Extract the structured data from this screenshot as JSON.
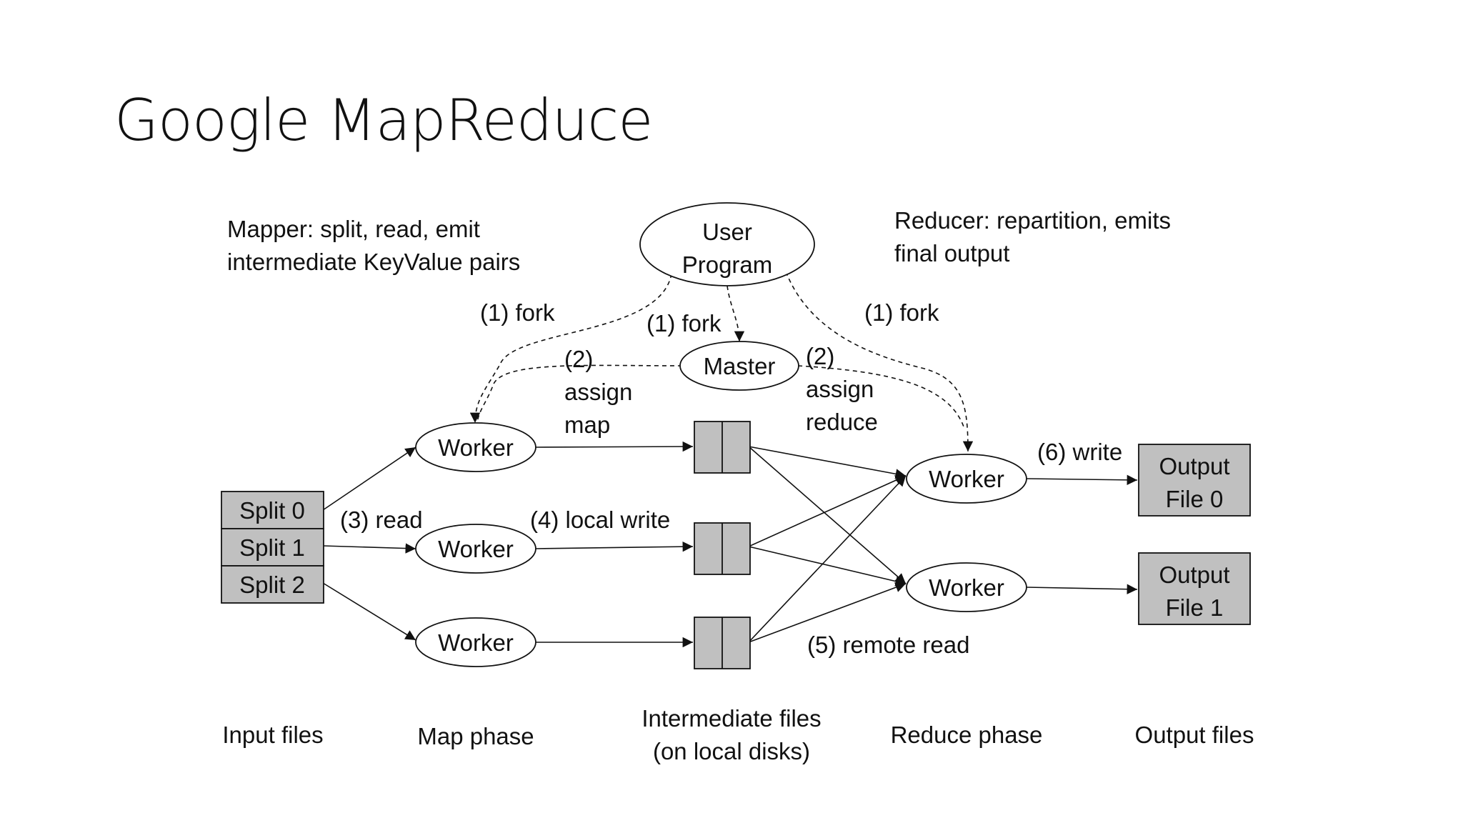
{
  "slide": {
    "title": "Google MapReduce"
  },
  "annotations": {
    "mapper_line1": "Mapper: split, read, emit",
    "mapper_line2": "intermediate KeyValue pairs",
    "reducer_line1": "Reducer: repartition, emits",
    "reducer_line2": "final output"
  },
  "nodes": {
    "user_program_line1": "User",
    "user_program_line2": "Program",
    "master": "Master",
    "map_workers": [
      "Worker",
      "Worker",
      "Worker"
    ],
    "reduce_workers": [
      "Worker",
      "Worker"
    ],
    "splits": [
      "Split 0",
      "Split 1",
      "Split 2"
    ],
    "outputs": [
      {
        "line1": "Output",
        "line2": "File 0"
      },
      {
        "line1": "Output",
        "line2": "File 1"
      }
    ]
  },
  "edge_labels": {
    "fork_left": "(1) fork",
    "fork_middle": "(1) fork",
    "fork_right": "(1) fork",
    "assign_map": [
      "(2)",
      "assign",
      "map"
    ],
    "assign_reduce": [
      "(2)",
      "assign",
      "reduce"
    ],
    "read": "(3) read",
    "local_write": "(4) local write",
    "remote_read": "(5) remote read",
    "write": "(6) write"
  },
  "phases": {
    "input": "Input files",
    "map": "Map phase",
    "intermediate_line1": "Intermediate files",
    "intermediate_line2": "(on local disks)",
    "reduce": "Reduce phase",
    "output": "Output files"
  },
  "colors": {
    "box_fill": "#c0c0c0",
    "stroke": "#111111",
    "background": "#ffffff"
  }
}
